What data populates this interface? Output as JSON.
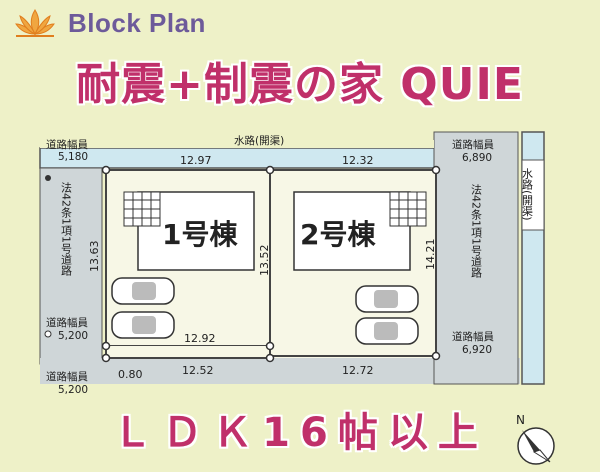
{
  "header": {
    "label": "Block Plan"
  },
  "title": "耐震+制震の家 QUIE",
  "footer": "ＬＤＫ16帖以上",
  "colors": {
    "title": "#c0306a",
    "header": "#6d5a9a",
    "road": "#cfd6d8",
    "water": "#cfe8f0",
    "lot": "#f7f7e6",
    "background": "#eef1c8"
  },
  "compass": {
    "label": "N"
  },
  "plan": {
    "waterway_top": "水路(開渠)",
    "waterway_right": "水路(開渠)",
    "left_road": "法42条1項1号道路",
    "right_road": "法42条1項1号道路",
    "road_width_top_left": {
      "label": "道路幅員",
      "value": "5,180"
    },
    "road_width_mid_left": {
      "label": "道路幅員",
      "value": "5,200"
    },
    "road_width_bottom_left": {
      "label": "道路幅員",
      "value": "5,200"
    },
    "road_width_top_right": {
      "label": "道路幅員",
      "value": "6,890"
    },
    "road_width_bottom_right": {
      "label": "道路幅員",
      "value": "6,920"
    },
    "dims": {
      "top_left": "12.97",
      "top_right": "12.32",
      "left_side": "13.63",
      "middle": "13.52",
      "right_side": "14.21",
      "inner_bottom_left": "12.92",
      "bottom_left": "12.52",
      "bottom_right": "12.72",
      "corner_gap": "0.80"
    },
    "lot1": "1号棟",
    "lot2": "2号棟"
  }
}
